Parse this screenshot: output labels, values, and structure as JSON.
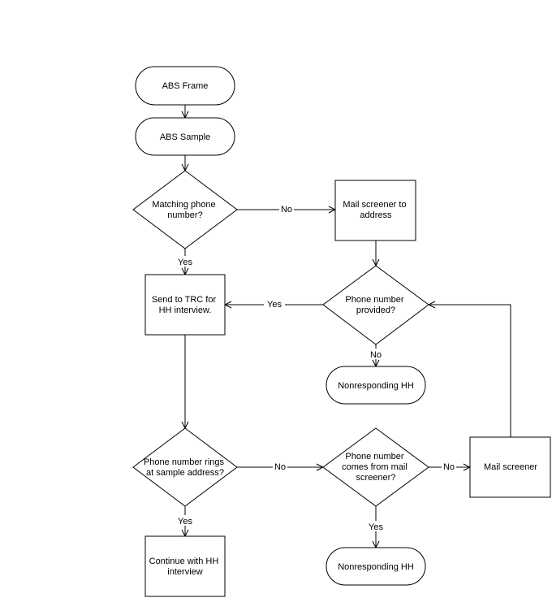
{
  "nodes": {
    "abs_frame": [
      "ABS Frame"
    ],
    "abs_sample": [
      "ABS Sample"
    ],
    "matching_phone": [
      "Matching phone",
      "number?"
    ],
    "mail_screener_address": [
      "Mail screener to",
      "address"
    ],
    "send_trc": [
      "Send to TRC for",
      "HH interview."
    ],
    "phone_provided": [
      "Phone number",
      "provided?"
    ],
    "nonresponding_1": [
      "Nonresponding HH"
    ],
    "rings_sample": [
      "Phone number rings",
      "at sample address?"
    ],
    "comes_mail": [
      "Phone number",
      "comes from mail",
      "screener?"
    ],
    "mail_screener": [
      "Mail screener"
    ],
    "continue_hh": [
      "Continue with HH",
      "interview"
    ],
    "nonresponding_2": [
      "Nonresponding HH"
    ]
  },
  "edge_labels": {
    "no_1": "No",
    "yes_1": "Yes",
    "yes_2": "Yes",
    "no_2": "No",
    "no_3": "No",
    "no_4": "No",
    "yes_3": "Yes",
    "yes_4": "Yes"
  }
}
